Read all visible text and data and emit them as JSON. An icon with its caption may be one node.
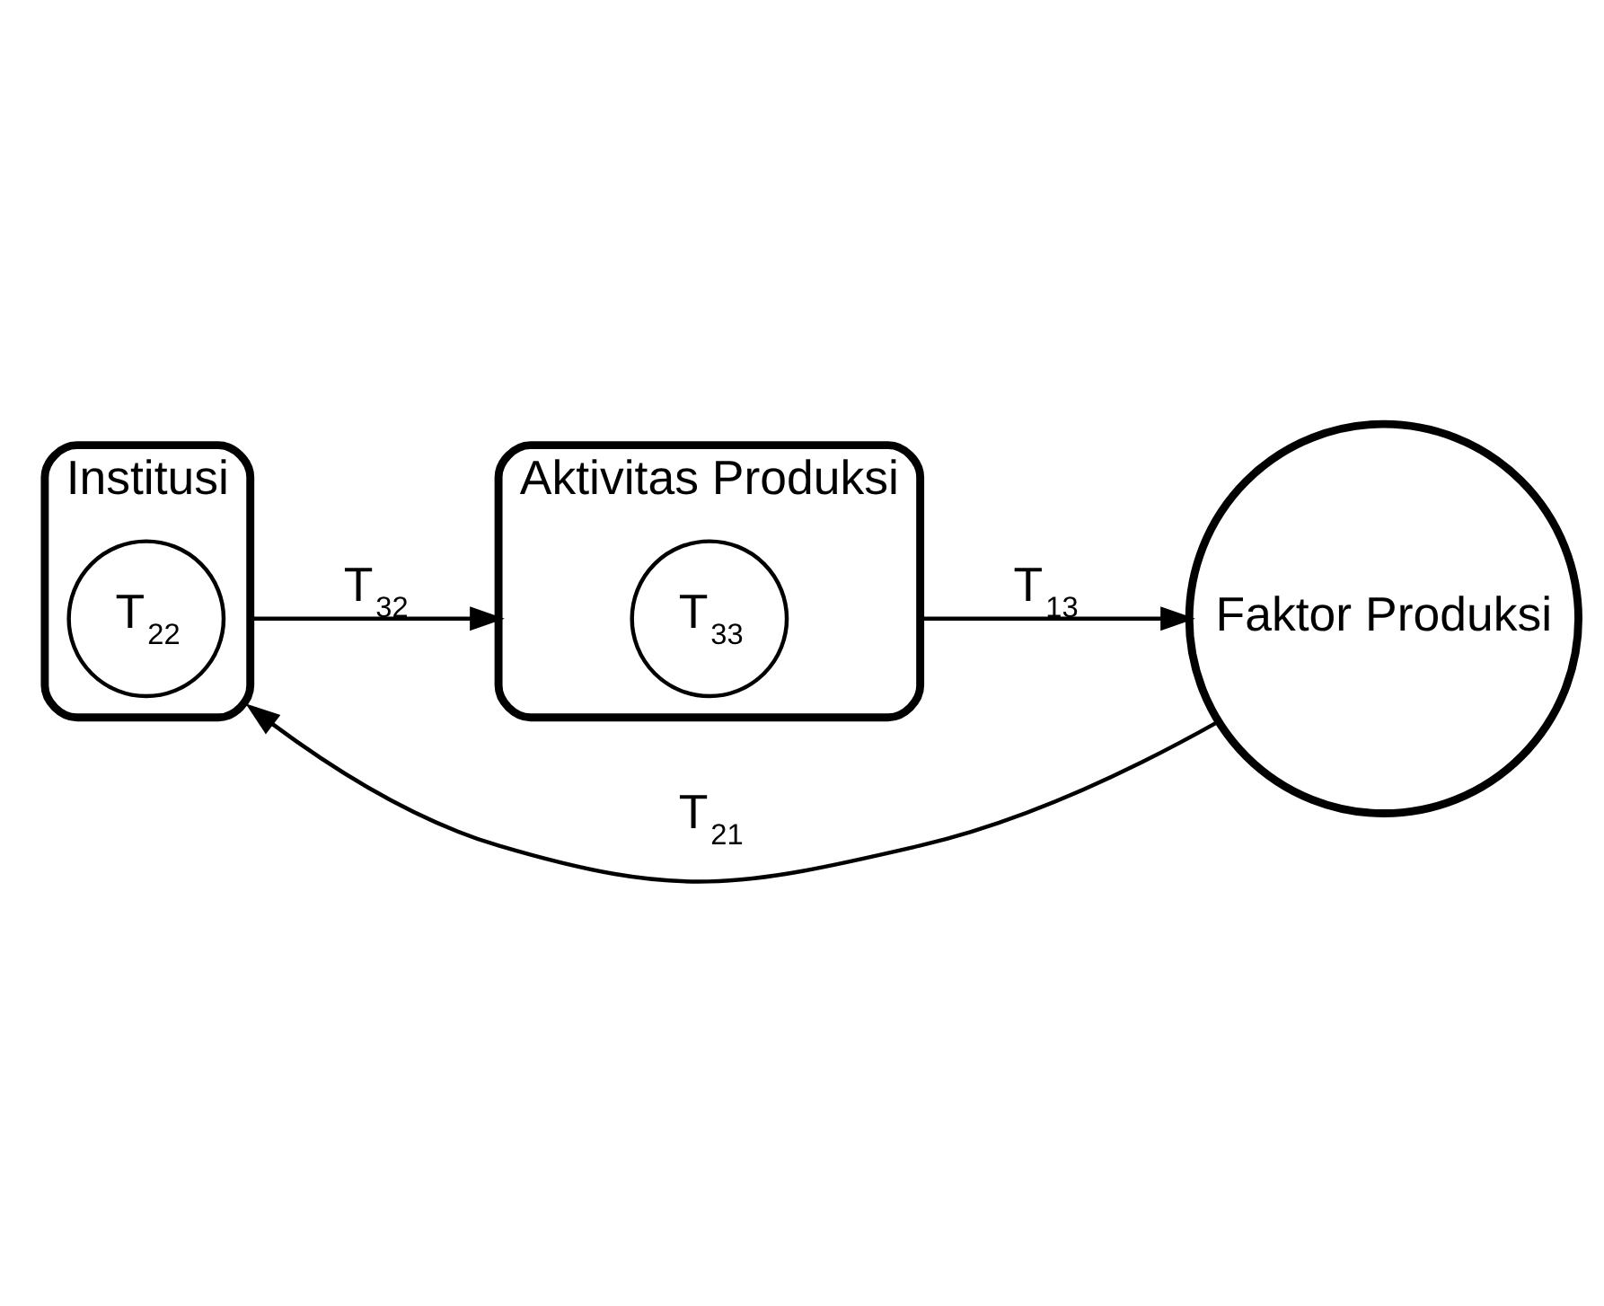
{
  "diagram": {
    "nodes": [
      {
        "text": [
          "Aktivitas Produksi"
        ]
      },
      {
        "text": [
          "T$_{33}$"
        ],
        "in": 0
      },
      {
        "text": [
          "Institusi"
        ]
      },
      {
        "text": [
          "T$_{22}$"
        ],
        "in": 2
      },
      {
        "text": [
          "Faktor Produksi"
        ]
      }
    ],
    "edges": [
      {
        "from": 2,
        "to": 0,
        "arrow": "to",
        "label": "T$_{32}$"
      },
      {
        "from": 0,
        "to": 4,
        "arrow": "to",
        "label": "T$_{13}$"
      },
      {
        "from": 4,
        "to": 2,
        "arrow": "to",
        "label": "T$_{21}$"
      }
    ]
  }
}
